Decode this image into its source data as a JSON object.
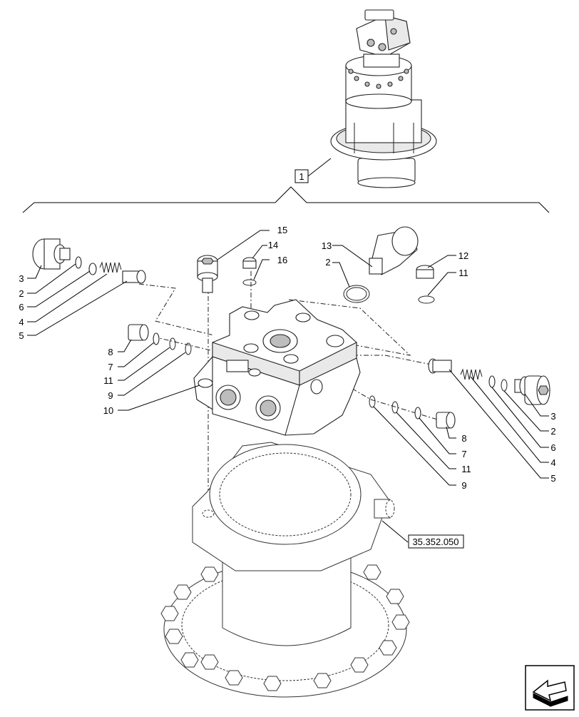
{
  "assembly_ref": "1",
  "section_ref": "35.352.050",
  "callouts": {
    "c3l": "3",
    "c2l": "2",
    "c6l": "6",
    "c4l": "4",
    "c5l": "5",
    "c8l": "8",
    "c7l": "7",
    "c11l": "11",
    "c9l": "9",
    "c10": "10",
    "c15": "15",
    "c14": "14",
    "c16": "16",
    "c13": "13",
    "c2m": "2",
    "c12": "12",
    "c11r": "11",
    "c3r": "3",
    "c2r": "2",
    "c6r": "6",
    "c4r": "4",
    "c5r": "5",
    "c8r": "8",
    "c7r": "7",
    "c11b": "11",
    "c9r": "9"
  },
  "nav": {
    "icon": "arrow-left-icon"
  }
}
